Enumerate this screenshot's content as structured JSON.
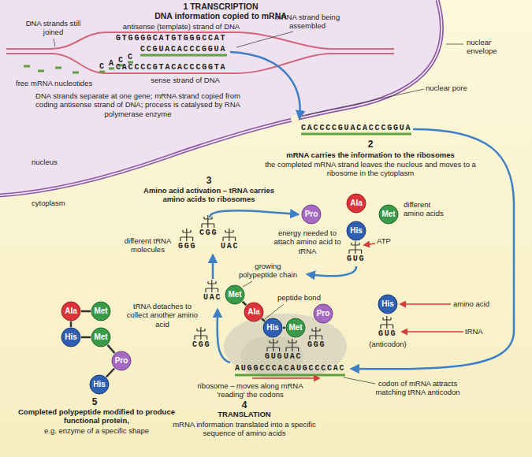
{
  "diagram": {
    "nodes": [
      {
        "text": [
          "Pro"
        ]
      },
      {
        "text": [
          "Ala"
        ]
      },
      {
        "text": [
          "Met"
        ]
      },
      {
        "text": [
          "His"
        ]
      },
      {
        "text": [
          "Met"
        ]
      },
      {
        "text": [
          "Ala"
        ]
      },
      {
        "text": [
          "His"
        ]
      },
      {
        "text": [
          "Met"
        ]
      },
      {
        "text": [
          "Pro"
        ]
      },
      {
        "text": [
          "His"
        ]
      },
      {
        "text": [
          "Ala"
        ]
      },
      {
        "text": [
          "Met"
        ]
      },
      {
        "text": [
          "His"
        ]
      },
      {
        "text": [
          "Met"
        ]
      },
      {
        "text": [
          "Pro"
        ]
      },
      {
        "text": [
          "His"
        ]
      }
    ],
    "edges": [
      {
        "from": 10,
        "to": 11,
        "arrow": "none"
      },
      {
        "from": 10,
        "to": 12,
        "arrow": "none"
      },
      {
        "from": 12,
        "to": 13,
        "arrow": "none"
      },
      {
        "from": 13,
        "to": 14,
        "arrow": "none"
      },
      {
        "from": 14,
        "to": 15,
        "arrow": "none"
      },
      {
        "from": 4,
        "to": 5,
        "arrow": "none"
      },
      {
        "from": 5,
        "to": 6,
        "arrow": "none"
      },
      {
        "from": 6,
        "to": 7,
        "arrow": "none"
      }
    ],
    "labels": [
      "1 TRANSCRIPTION",
      "DNA information copied to mRNA",
      "DNA strands still joined",
      "antisense (template) strand of DNA",
      "mRNA strand being assembled",
      "GTGGGGCATGTGGGCCAT",
      "C",
      "A",
      "C",
      "C",
      "CCGUACACCCGGUA",
      "CACCCCGTACACCCGGTA",
      "nuclear envelope",
      "free mRNA nucleotides",
      "sense strand of DNA",
      "nuclear pore",
      "DNA strands separate at one gene; mRNA strand copied from coding antisense strand of DNA; process is catalysed by RNA polymerase enzyme",
      "nucleus",
      "cytoplasm",
      "CACCCCGUACACCCGGUA",
      "2",
      "mRNA carries the information to the ribosomes",
      "the completed mRNA strand leaves the nucleus and moves to a ribosome in the cytoplasm",
      "3",
      "Amino acid activation – tRNA carries amino acids to ribosomes",
      "different amino acids",
      "energy needed to attach amino acid to tRNA",
      "ATP",
      "GUG",
      "different tRNA molecules",
      "CGG",
      "GGG",
      "UAC",
      "growing polypeptide chain",
      "UAC",
      "tRNA detaches to collect another amino acid",
      "CGG",
      "peptide bond",
      "amino acid",
      "GUG",
      "tRNA",
      "(anticodon)",
      "GGG",
      "GUG",
      "UAC",
      "AUGGCCCACAUGCCCCAC",
      "ribosome – moves along mRNA 'reading' the codons",
      "codon of mRNA attracts matching tRNA anticodon",
      "4",
      "TRANSLATION",
      "mRNA information translated into a specific sequence of amino acids",
      "5",
      "Completed polypeptide modified to produce functional protein,",
      "e.g. enzyme of a specific shape"
    ]
  }
}
